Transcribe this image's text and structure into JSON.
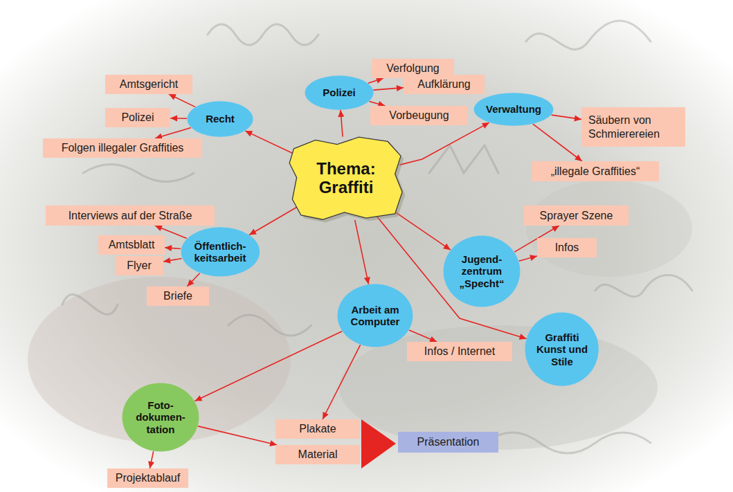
{
  "diagram": {
    "nodes": [
      {
        "text": [
          "Thema: Graffiti"
        ]
      },
      {
        "text": [
          "Recht"
        ]
      },
      {
        "text": [
          "Amtsgericht"
        ]
      },
      {
        "text": [
          "Polizei"
        ]
      },
      {
        "text": [
          "Folgen illegaler Graffities"
        ]
      },
      {
        "text": [
          "Polizei"
        ]
      },
      {
        "text": [
          "Verfolgung"
        ]
      },
      {
        "text": [
          "Aufklärung"
        ]
      },
      {
        "text": [
          "Vorbeugung"
        ]
      },
      {
        "text": [
          "Verwaltung"
        ]
      },
      {
        "text": [
          "Säubern von Schmierereien"
        ]
      },
      {
        "text": [
          "„illegale Graffities“"
        ]
      },
      {
        "text": [
          "Jugend-zentrum „Specht“"
        ]
      },
      {
        "text": [
          "Sprayer Szene"
        ]
      },
      {
        "text": [
          "Infos"
        ]
      },
      {
        "text": [
          "Graffiti Kunst und Stile"
        ]
      },
      {
        "text": [
          "Öffentlich-keitsarbeit"
        ]
      },
      {
        "text": [
          "Interviews auf der Straße"
        ]
      },
      {
        "text": [
          "Amtsblatt"
        ]
      },
      {
        "text": [
          "Flyer"
        ]
      },
      {
        "text": [
          "Briefe"
        ]
      },
      {
        "text": [
          "Arbeit am Computer"
        ]
      },
      {
        "text": [
          "Infos / Internet"
        ]
      },
      {
        "text": [
          "Foto-dokumen-tation"
        ]
      },
      {
        "text": [
          "Plakate"
        ]
      },
      {
        "text": [
          "Material"
        ]
      },
      {
        "text": [
          "Präsentation"
        ]
      },
      {
        "text": [
          "Projektablauf"
        ]
      }
    ],
    "edges": [
      {
        "from": 0,
        "to": 1,
        "arrow": "to"
      },
      {
        "from": 0,
        "to": 5,
        "arrow": "to"
      },
      {
        "from": 0,
        "to": 9,
        "arrow": "to"
      },
      {
        "from": 0,
        "to": 12,
        "arrow": "to"
      },
      {
        "from": 0,
        "to": 15,
        "arrow": "to"
      },
      {
        "from": 0,
        "to": 21,
        "arrow": "to"
      },
      {
        "from": 0,
        "to": 16,
        "arrow": "to"
      },
      {
        "from": 1,
        "to": 2,
        "arrow": "to"
      },
      {
        "from": 1,
        "to": 3,
        "arrow": "to"
      },
      {
        "from": 1,
        "to": 4,
        "arrow": "to"
      },
      {
        "from": 5,
        "to": 6,
        "arrow": "to"
      },
      {
        "from": 5,
        "to": 7,
        "arrow": "to"
      },
      {
        "from": 5,
        "to": 8,
        "arrow": "to"
      },
      {
        "from": 9,
        "to": 10,
        "arrow": "to"
      },
      {
        "from": 9,
        "to": 11,
        "arrow": "to"
      },
      {
        "from": 12,
        "to": 13,
        "arrow": "to"
      },
      {
        "from": 12,
        "to": 14,
        "arrow": "to"
      },
      {
        "from": 16,
        "to": 17,
        "arrow": "to"
      },
      {
        "from": 16,
        "to": 18,
        "arrow": "to"
      },
      {
        "from": 16,
        "to": 19,
        "arrow": "to"
      },
      {
        "from": 16,
        "to": 20,
        "arrow": "to"
      },
      {
        "from": 21,
        "to": 23,
        "arrow": "to"
      },
      {
        "from": 21,
        "to": 24,
        "arrow": "to"
      },
      {
        "from": 21,
        "to": 22,
        "arrow": "to"
      },
      {
        "from": 23,
        "to": 25,
        "arrow": "to"
      },
      {
        "from": 23,
        "to": 27,
        "arrow": "to"
      }
    ]
  }
}
